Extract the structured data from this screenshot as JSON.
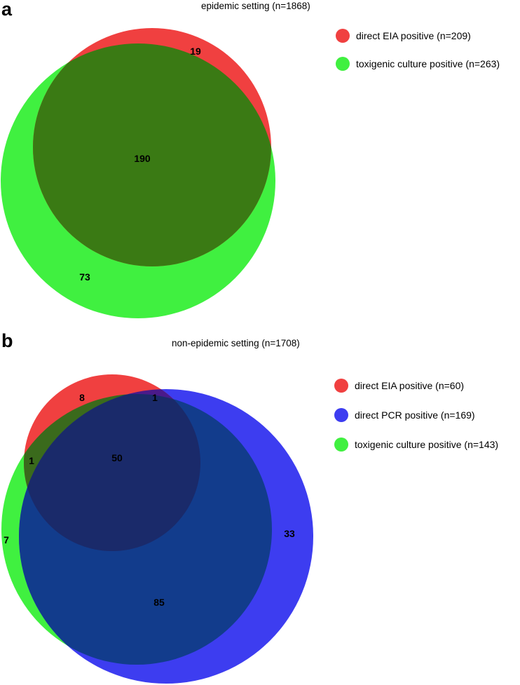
{
  "panel_a": {
    "letter": "a",
    "title": "epidemic setting (n=1868)",
    "colors": {
      "eia": "#f04040",
      "culture": "#40f040",
      "overlap": "#3a7a14"
    },
    "legend": [
      {
        "label": "direct EIA positive (n=209)",
        "color": "#f04040"
      },
      {
        "label": "toxigenic culture positive (n=263)",
        "color": "#40f040"
      }
    ],
    "regions": {
      "eia_only": "19",
      "eia_and_culture": "190",
      "culture_only": "73"
    }
  },
  "panel_b": {
    "letter": "b",
    "title": "non-epidemic setting (n=1708)",
    "colors": {
      "eia": "#f04040",
      "pcr": "#3d3df0",
      "culture": "#40f040",
      "pcr_culture": "#123c8c",
      "all_three": "#1a2a6a",
      "eia_culture": "#3a6a1c",
      "eia_pcr": "#4a1a8a"
    },
    "legend": [
      {
        "label": "direct EIA positive (n=60)",
        "color": "#f04040"
      },
      {
        "label": "direct PCR positive (n=169)",
        "color": "#3d3df0"
      },
      {
        "label": "toxigenic culture positive (n=143)",
        "color": "#40f040"
      }
    ],
    "regions": {
      "eia_only": "8",
      "eia_and_pcr": "1",
      "eia_and_culture": "1",
      "all_three": "50",
      "culture_only": "7",
      "pcr_and_culture": "85",
      "pcr_only": "33"
    }
  }
}
